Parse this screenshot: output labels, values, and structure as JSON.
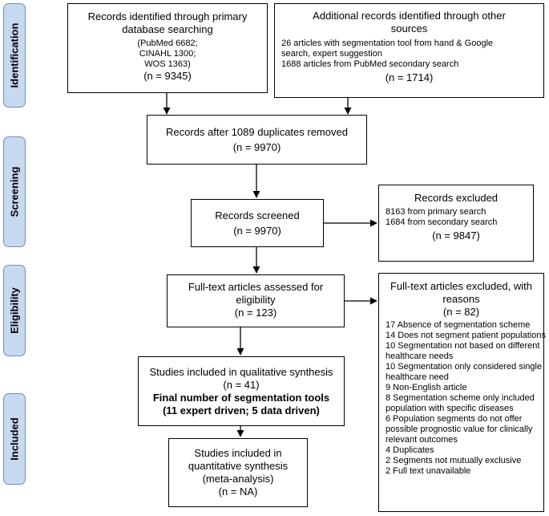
{
  "phases": {
    "identification": "Identification",
    "screening": "Screening",
    "eligibility": "Eligibility",
    "included": "Included"
  },
  "boxes": {
    "primary": {
      "title1": "Records identified through primary",
      "title2": "database searching",
      "l1": "(PubMed 6682;",
      "l2": "CINAHL 1300;",
      "l3": "WOS 1363)",
      "n": "(n = 9345)"
    },
    "additional": {
      "title1": "Additional records identified through other",
      "title2": "sources",
      "l1": "26 articles with segmentation tool from hand & Google",
      "l2": "search, expert suggestion",
      "l3": "1688 articles from PubMed secondary search",
      "n": "(n = 1714)"
    },
    "duplicates": {
      "title": "Records after 1089 duplicates removed",
      "n": "(n = 9970)"
    },
    "screened": {
      "title": "Records screened",
      "n": "(n = 9970)"
    },
    "excluded": {
      "title": "Records excluded",
      "l1": "8163 from primary search",
      "l2": "1684 from secondary search",
      "n": "(n = 9847)"
    },
    "fulltext": {
      "title1": "Full-text articles assessed for",
      "title2": "eligibility",
      "n": "(n = 123)"
    },
    "ft_excluded": {
      "title1": "Full-text articles excluded, with",
      "title2": "reasons",
      "n": "(n = 82)",
      "reasons": [
        "17 Absence of segmentation scheme",
        "14 Does not segment patient populations",
        "10 Segmentation not based on different",
        "healthcare needs",
        "10 Segmentation only considered single",
        "healthcare need",
        "9 Non-English article",
        "8 Segmentation scheme only included",
        "population with specific diseases",
        "6 Population segments do not offer",
        "possible prognostic value for clinically",
        "relevant outcomes",
        "4 Duplicates",
        "2 Segments not mutually exclusive",
        "2 Full text unavailable"
      ]
    },
    "qualitative": {
      "title": "Studies included in qualitative synthesis",
      "n": "(n = 41)",
      "bold1": "Final number of segmentation tools",
      "bold2": "(11 expert driven; 5 data driven)"
    },
    "quantitative": {
      "title1": "Studies included in",
      "title2": "quantitative synthesis",
      "title3": "(meta-analysis)",
      "n": "(n = NA)"
    }
  },
  "colors": {
    "phase_fill": "#c7d9ef",
    "phase_border": "#6f8fb8",
    "line": "#000000"
  }
}
